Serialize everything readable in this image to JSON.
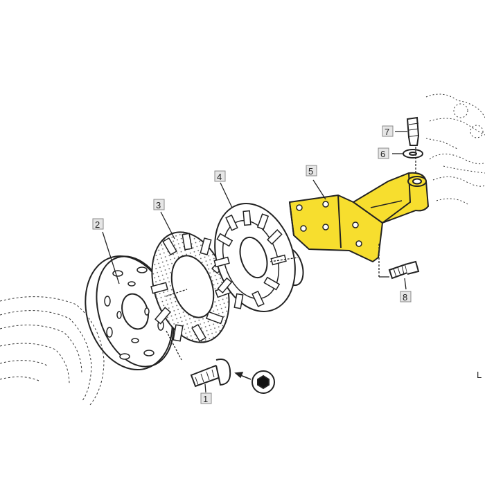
{
  "diagram": {
    "highlight_color": "#F7DE2E",
    "callouts": [
      {
        "id": "1",
        "label": "1"
      },
      {
        "id": "2",
        "label": "2"
      },
      {
        "id": "3",
        "label": "3"
      },
      {
        "id": "4",
        "label": "4"
      },
      {
        "id": "5",
        "label": "5"
      },
      {
        "id": "6",
        "label": "6"
      },
      {
        "id": "7",
        "label": "7"
      },
      {
        "id": "8",
        "label": "8"
      }
    ],
    "corner_text": "L"
  }
}
